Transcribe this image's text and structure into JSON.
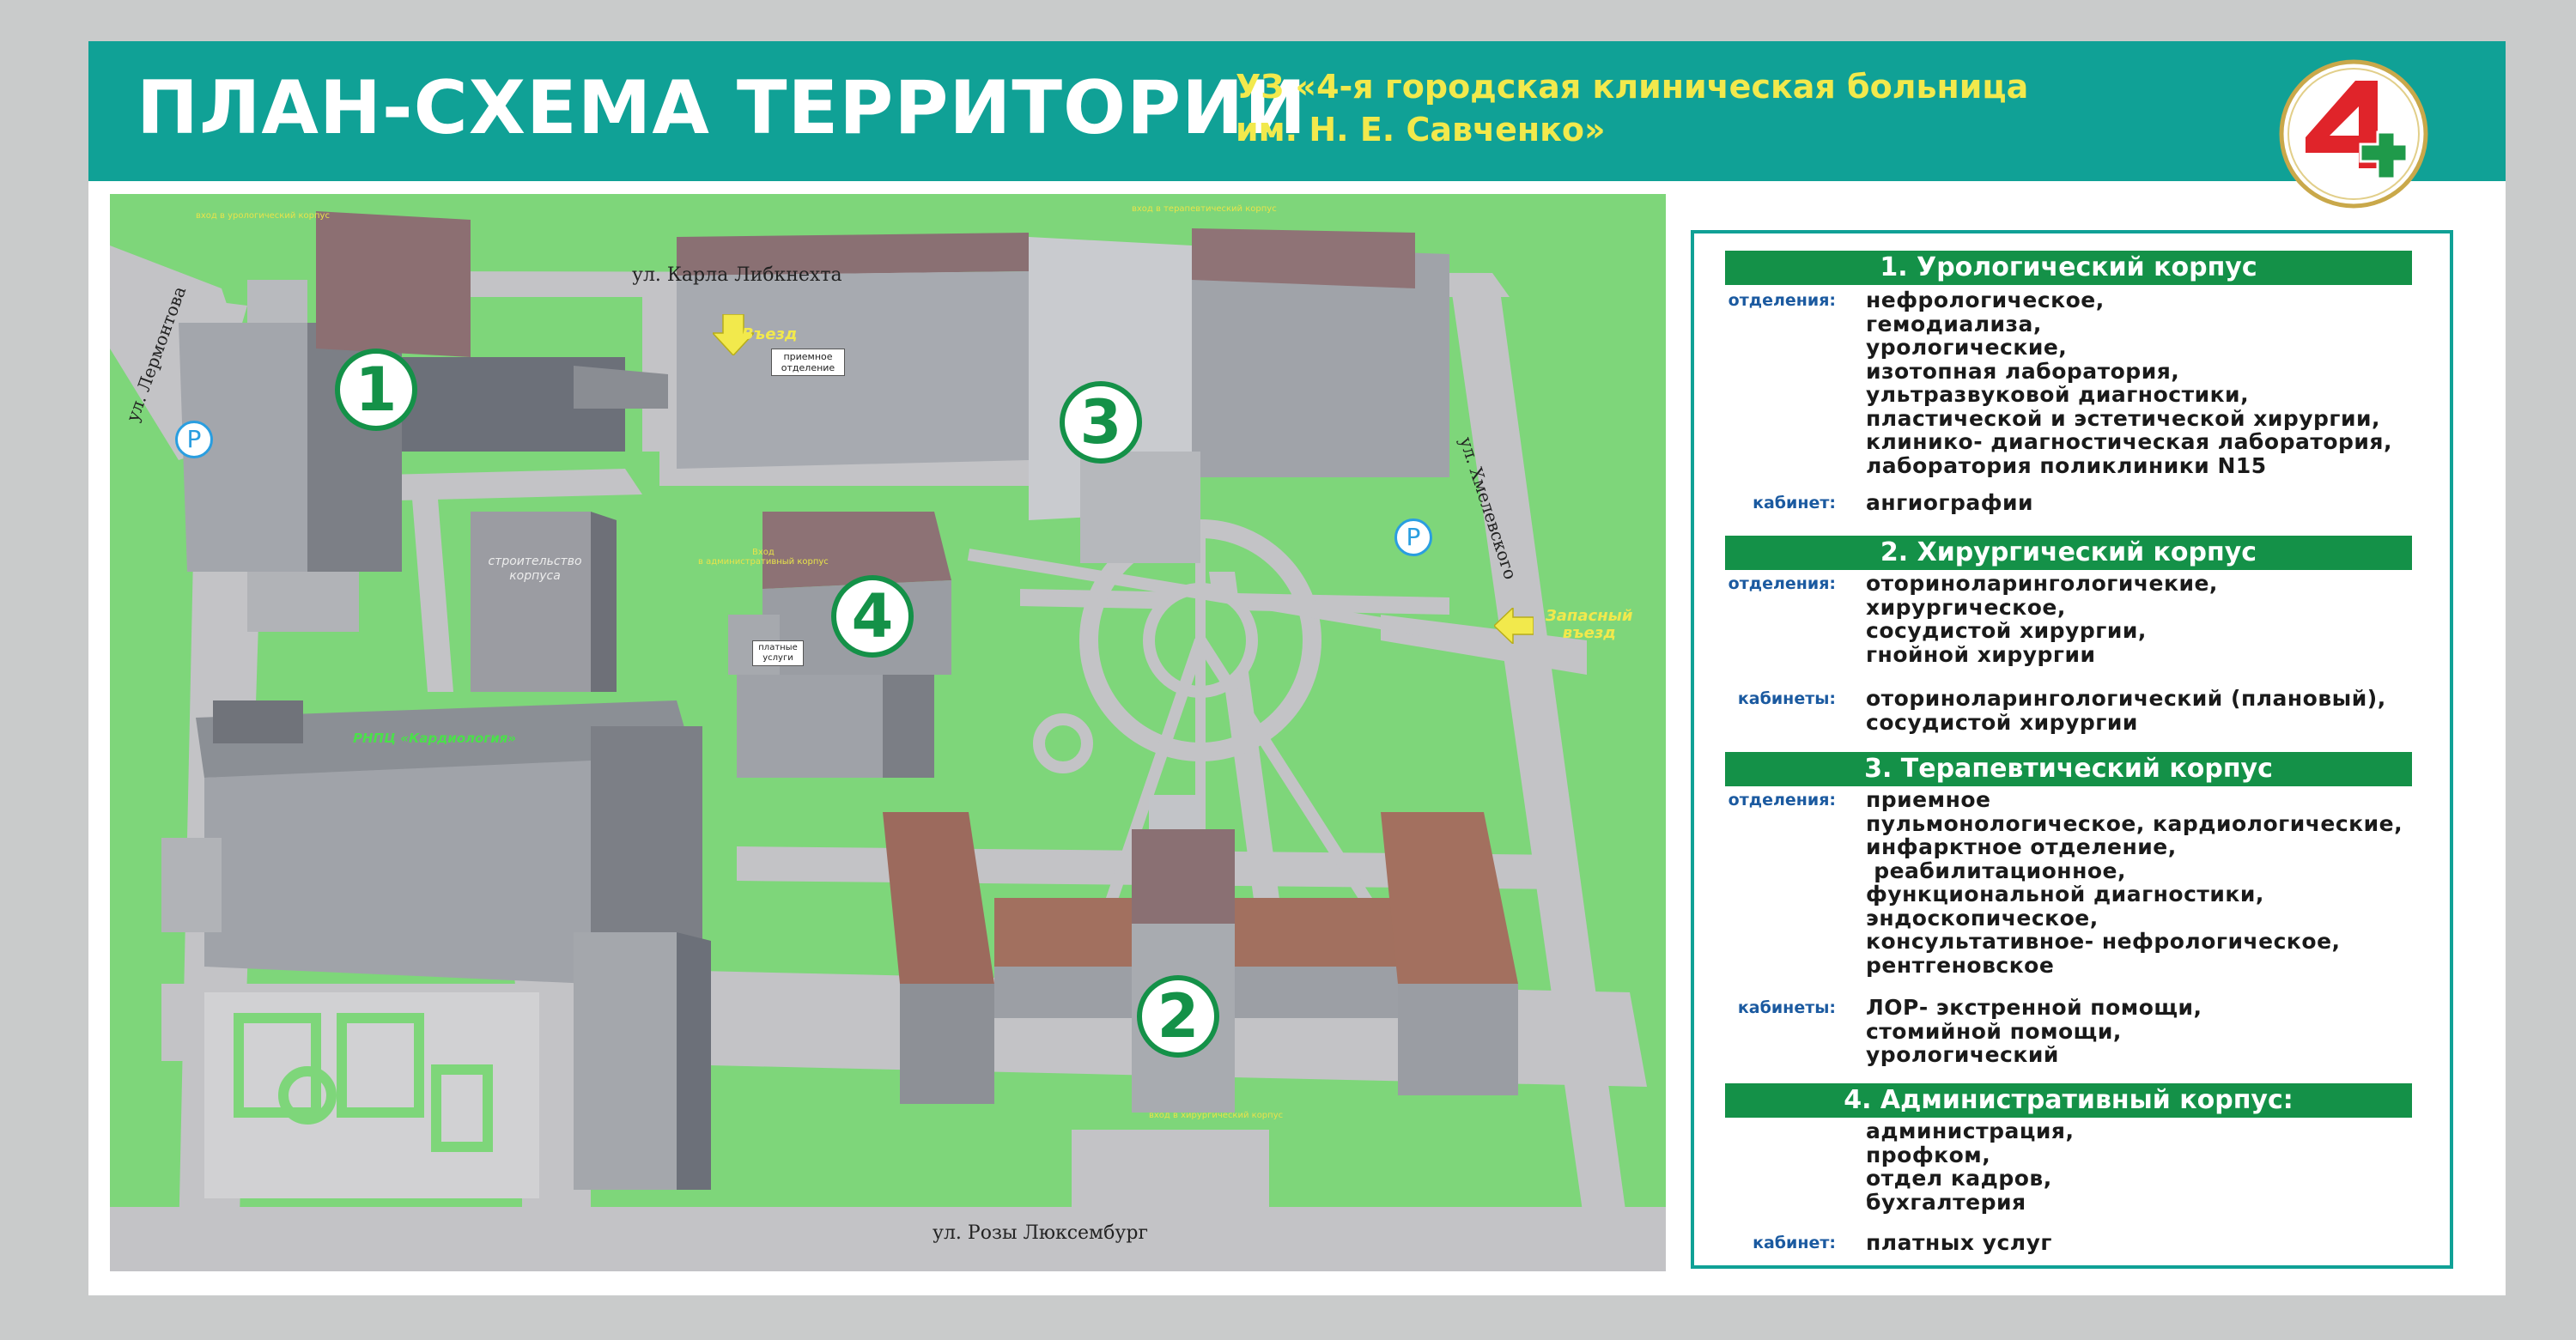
{
  "header": {
    "title": "ПЛАН-СХЕМА ТЕРРИТОРИИ",
    "subtitle_line1": "УЗ «4-я городская клиническая больница",
    "subtitle_line2": "им. Н. Е. Савченко»",
    "logo_icon": "hospital-4-cross-logo"
  },
  "colors": {
    "header_bg": "#10a196",
    "map_grass": "#7ed67a",
    "road": "#c3c3c6",
    "legend_head": "#149148",
    "accent_yellow": "#f2e94c",
    "label_blue": "#1b5aa0"
  },
  "map": {
    "streets": {
      "karla": "ул. Карла Либкнехта",
      "lermontova": "ул. Лермонтова",
      "khmelevskogo": "ул. Хмелевского",
      "rozy": "ул. Розы Люксембург"
    },
    "entry": "Въезд",
    "reserve_entry_line1": "Запасный",
    "reserve_entry_line2": "въезд",
    "callout_reception_line1": "приемное",
    "callout_reception_line2": "отделение",
    "callout_paid_line1": "платные",
    "callout_paid_line2": "услуги",
    "construction_line1": "строительство",
    "construction_line2": "корпуса",
    "cardio_center": "РНПЦ «Кардиология»",
    "entrance_urology": "вход в урологический корпус",
    "entrance_therapy": "вход в терапевтический корпус",
    "entrance_admin_line1": "Вход",
    "entrance_admin_line2": "в административный корпус",
    "entrance_surgery": "вход в хирургический корпус",
    "buildings": [
      "1",
      "2",
      "3",
      "4"
    ],
    "parking": "P"
  },
  "legend": {
    "sections": [
      {
        "title": "1. Урологический корпус",
        "rows": [
          {
            "label": "отделения:",
            "items": [
              "нефрологическое,",
              "гемодиализа,",
              "урологические,",
              "изотопная лаборатория,",
              "ультразвуковой диагностики,",
              "пластической и эстетической хирургии,",
              "клинико- диагностическая лаборатория,",
              "лаборатория поликлиники N15"
            ]
          },
          {
            "label": "кабинет:",
            "items": [
              "ангиографии"
            ]
          }
        ]
      },
      {
        "title": "2. Хирургический корпус",
        "rows": [
          {
            "label": "отделения:",
            "items": [
              "оториноларингологичекие,",
              "хирургическое,",
              "сосудистой хирургии,",
              "гнойной хирургии"
            ]
          },
          {
            "label": "кабинеты:",
            "items": [
              "оториноларингологический (плановый),",
              "сосудистой хирургии"
            ]
          }
        ]
      },
      {
        "title": "3. Терапевтический корпус",
        "rows": [
          {
            "label": "отделения:",
            "items": [
              "приемное",
              "пульмонологическое, кардиологические,",
              "инфарктное отделение,",
              " реабилитационное,",
              "функциональной диагностики,",
              "эндоскопическое,",
              "консультативное- нефрологическое,",
              "рентгеновское"
            ]
          },
          {
            "label": "кабинеты:",
            "items": [
              "ЛОР- экстренной помощи,",
              "стомийной помощи,",
              "урологический"
            ]
          }
        ]
      },
      {
        "title": "4. Административный корпус:",
        "rows": [
          {
            "label": "",
            "items": [
              "администрация,",
              "профком,",
              "отдел кадров,",
              "бухгалтерия"
            ]
          },
          {
            "label": "кабинет:",
            "items": [
              "платных услуг"
            ]
          }
        ]
      }
    ]
  }
}
